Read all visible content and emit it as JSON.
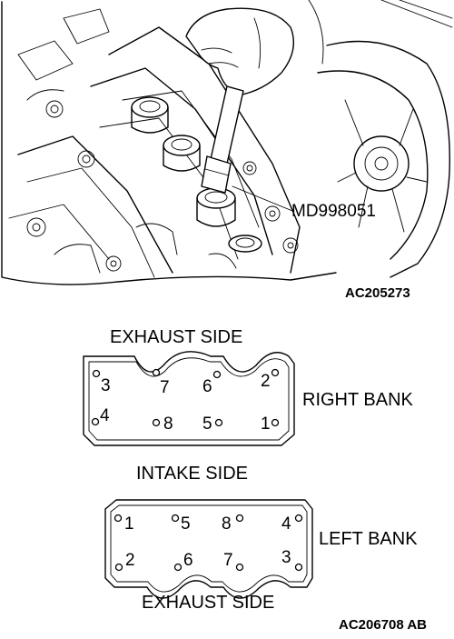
{
  "engine_illustration": {
    "tool_label": "MD998051",
    "reference_code": "AC205273"
  },
  "right_bank": {
    "top_side_label": "EXHAUST SIDE",
    "bottom_side_label": "INTAKE SIDE",
    "bank_label": "RIGHT BANK",
    "bolts": [
      {
        "num": "3"
      },
      {
        "num": "7"
      },
      {
        "num": "6"
      },
      {
        "num": "2"
      },
      {
        "num": "4"
      },
      {
        "num": "8"
      },
      {
        "num": "5"
      },
      {
        "num": "1"
      }
    ]
  },
  "left_bank": {
    "bottom_side_label": "EXHAUST SIDE",
    "bank_label": "LEFT BANK",
    "bolts": [
      {
        "num": "1"
      },
      {
        "num": "5"
      },
      {
        "num": "8"
      },
      {
        "num": "4"
      },
      {
        "num": "2"
      },
      {
        "num": "6"
      },
      {
        "num": "7"
      },
      {
        "num": "3"
      }
    ]
  },
  "figure_code": "AC206708 AB"
}
